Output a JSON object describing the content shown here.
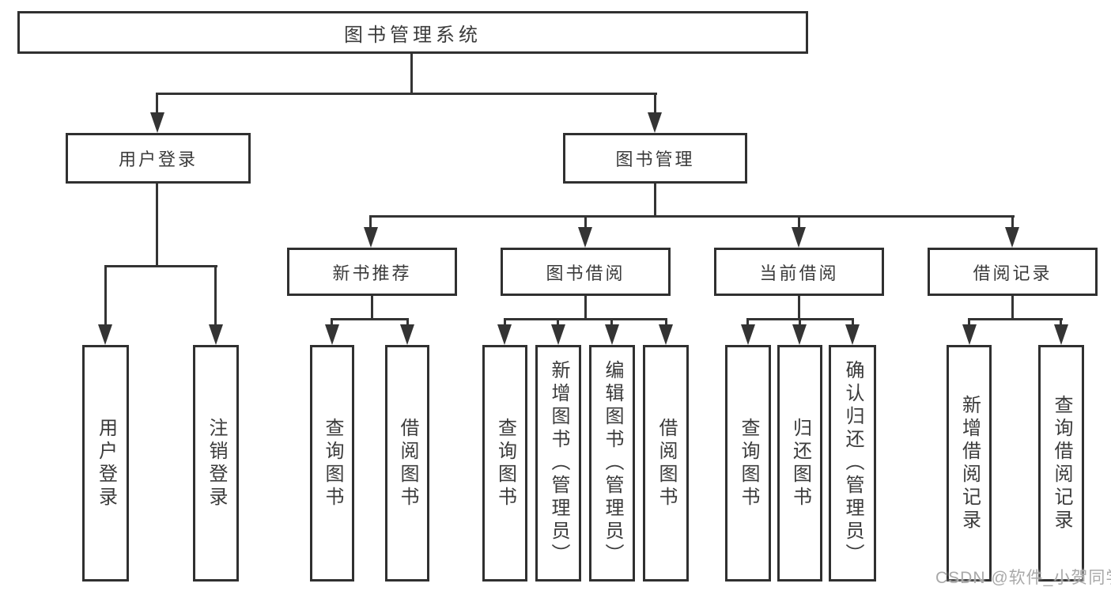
{
  "colors": {
    "line": "#343434",
    "border": "#303030",
    "text": "#3b3b3b",
    "background": "#ffffff",
    "watermark_text": "#a9a9a9"
  },
  "diagram": {
    "type": "feature-tree",
    "root": {
      "label": "图书管理系统"
    },
    "level2": [
      {
        "label": "用户登录"
      },
      {
        "label": "图书管理"
      }
    ],
    "level3": [
      {
        "label": "新书推荐"
      },
      {
        "label": "图书借阅"
      },
      {
        "label": "当前借阅"
      },
      {
        "label": "借阅记录"
      }
    ],
    "leaves": {
      "user_login_group": [
        {
          "label": "用户登录"
        },
        {
          "label": "注销登录"
        }
      ],
      "new_book_group": [
        {
          "label": "查询图书"
        },
        {
          "label": "借阅图书"
        }
      ],
      "borrow_group": [
        {
          "label": "查询图书"
        },
        {
          "label": "新增图书（管理员）"
        },
        {
          "label": "编辑图书（管理员）"
        },
        {
          "label": "借阅图书"
        }
      ],
      "current_group": [
        {
          "label": "查询图书"
        },
        {
          "label": "归还图书"
        },
        {
          "label": "确认归还（管理员）"
        }
      ],
      "record_group": [
        {
          "label": "新增借阅记录"
        },
        {
          "label": "查询借阅记录"
        }
      ]
    }
  },
  "watermark": "CSDN @软件_小贺同学"
}
